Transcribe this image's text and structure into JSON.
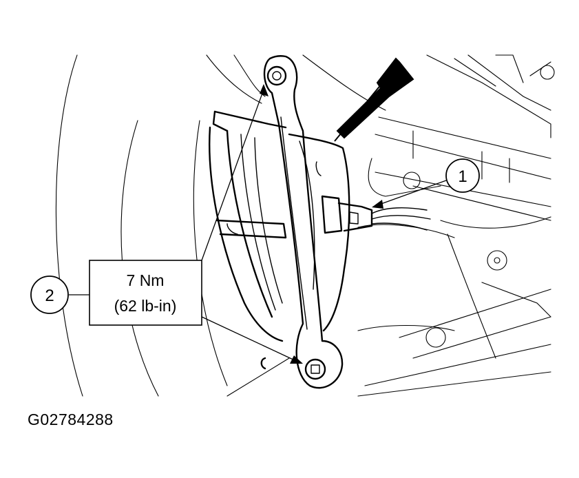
{
  "callouts": [
    {
      "id": "1"
    },
    {
      "id": "2"
    }
  ],
  "torque": {
    "metric": "7 Nm",
    "imperial": "(62 lb-in)"
  },
  "figure_id": "G02784288"
}
